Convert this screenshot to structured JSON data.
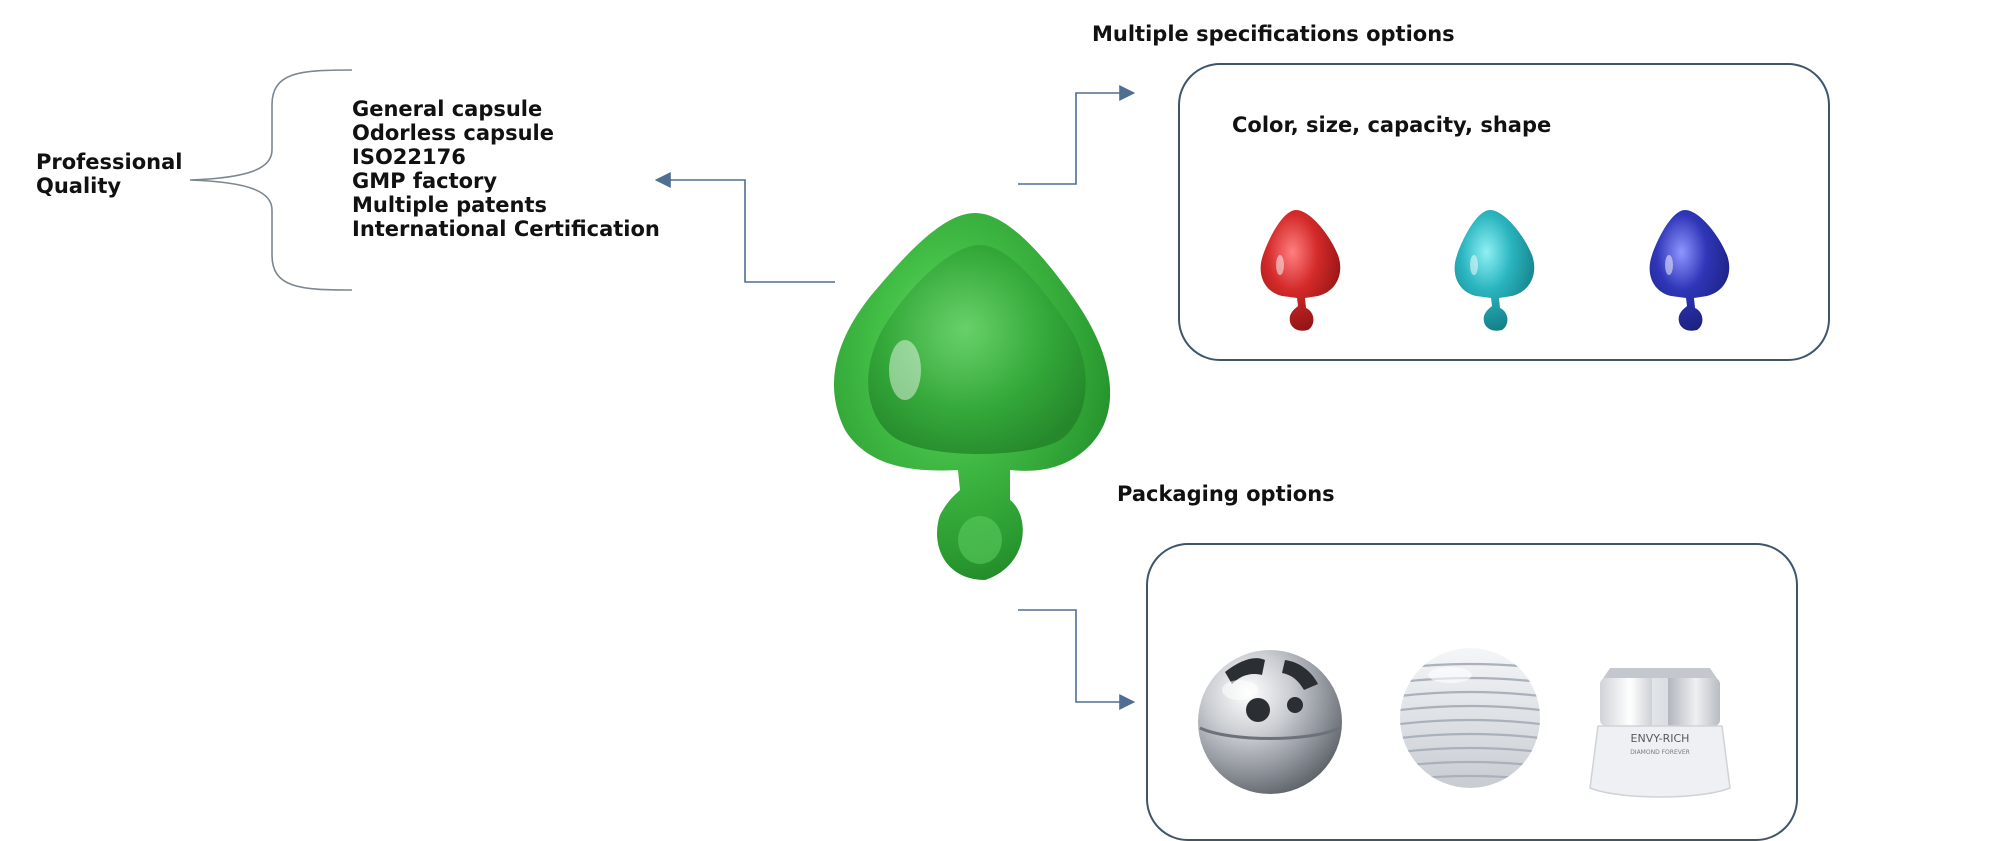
{
  "left": {
    "group_label_line1": "Professional",
    "group_label_line2": "Quality",
    "items": [
      "General capsule",
      "Odorless capsule",
      "ISO22176",
      "GMP factory",
      "Multiple patents",
      "International Certification"
    ]
  },
  "specifications": {
    "title": "Multiple specifications options",
    "subtitle": "Color, size, capacity, shape",
    "capsule_colors": [
      "#d42a2a",
      "#2ab5bf",
      "#2f36b8"
    ]
  },
  "packaging": {
    "title": "Packaging options",
    "jar_brand": "ENVY-RICH",
    "jar_sub": "DIAMOND FOREVER"
  },
  "colors": {
    "main_capsule": "#39b03f",
    "connector": "#4e6e92",
    "box_border": "#3f556a"
  }
}
